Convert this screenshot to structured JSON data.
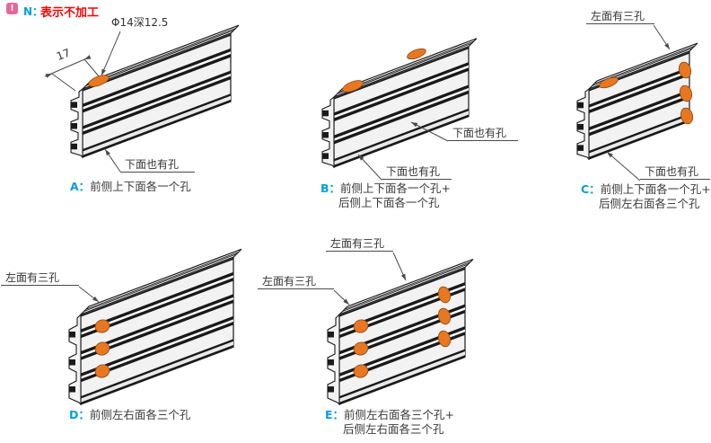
{
  "header": {
    "badge": "!",
    "prefix": "N：",
    "note": "表示不加工"
  },
  "figA": {
    "dim_hole": "Φ14深12.5",
    "dim_17": "17",
    "label_bottom": "下面也有孔",
    "letter": "A：",
    "caption1": "前侧上下面各一个孔"
  },
  "figB": {
    "label_back_bottom": "下面也有孔",
    "label_bottom": "下面也有孔",
    "letter": "B：",
    "caption1": "前侧上下面各一个孔+",
    "caption2": "后侧上下面各一个孔"
  },
  "figC": {
    "label_left": "左面有三孔",
    "label_bottom": "下面也有孔",
    "letter": "C：",
    "caption1": "前侧上下面各一个孔+",
    "caption2": "后侧左右面各三个孔"
  },
  "figD": {
    "label_left": "左面有三孔",
    "letter": "D：",
    "caption1": "前侧左右面各三个孔"
  },
  "figE": {
    "label_left_back": "左面有三孔",
    "label_left_front": "左面有三孔",
    "letter": "E：",
    "caption1": "前侧左右面各三个孔+",
    "caption2": "后侧左右面各三个孔"
  },
  "colors": {
    "hole_orange": "#E87722",
    "accent_blue": "#00A0DC",
    "note_red": "#FF0000",
    "badge_pink": "#E8679A",
    "line_dark": "#1a1a1a",
    "face_gray": "#F2F2F2"
  }
}
